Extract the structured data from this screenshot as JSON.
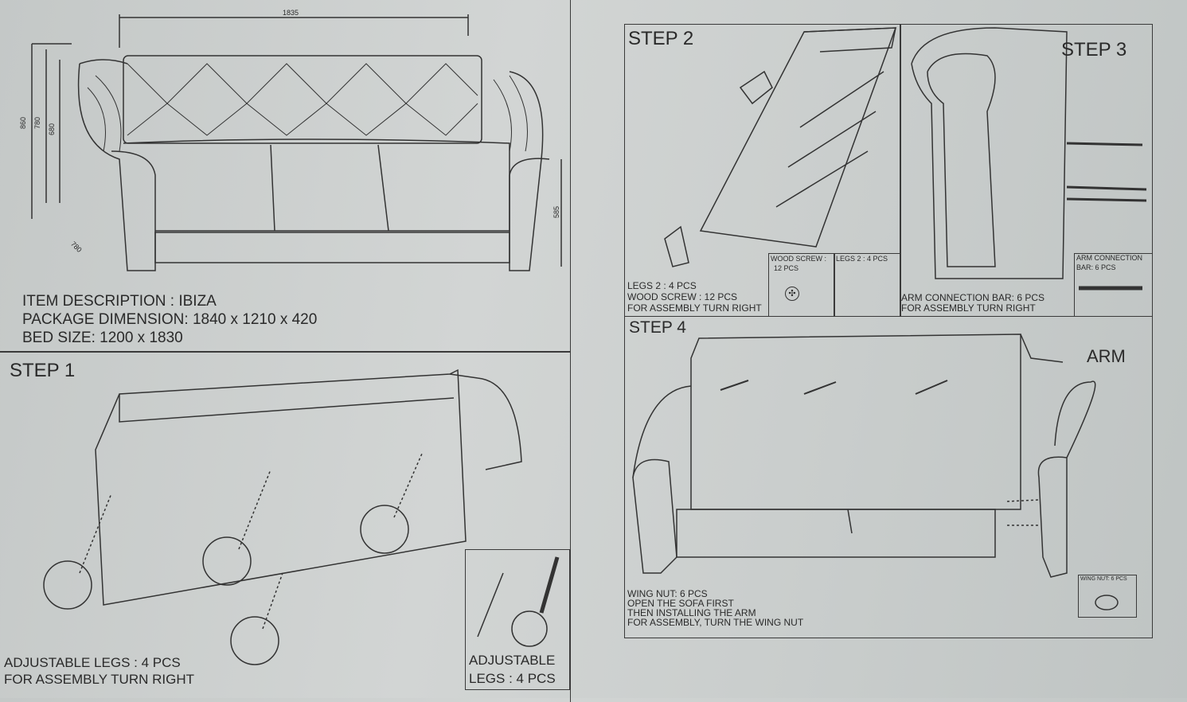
{
  "dimensions": {
    "width": "1835",
    "h1": "860",
    "h2": "780",
    "h3": "680",
    "depth": "780",
    "seat_height": "585"
  },
  "item": {
    "description": "ITEM DESCRIPTION : IBIZA",
    "package": "PACKAGE DIMENSION: 1840 x 1210 x 420",
    "bed": "BED SIZE: 1200 x 1830"
  },
  "step1": {
    "title": "STEP 1",
    "caption_line1": "ADJUSTABLE LEGS : 4 PCS",
    "caption_line2": "FOR ASSEMBLY TURN RIGHT",
    "inset_line1": "ADJUSTABLE",
    "inset_line2": "LEGS : 4 PCS"
  },
  "step2": {
    "title": "STEP 2",
    "caption_line1": "LEGS 2 : 4 PCS",
    "caption_line2": "WOOD SCREW : 12 PCS",
    "caption_line3": "FOR ASSEMBLY TURN RIGHT",
    "inset_screw_line1": "WOOD SCREW :",
    "inset_screw_line2": "12 PCS",
    "inset_legs": "LEGS 2 : 4 PCS"
  },
  "step3": {
    "title": "STEP 3",
    "caption_line1": "ARM CONNECTION BAR: 6 PCS",
    "caption_line2": "FOR ASSEMBLY TURN RIGHT",
    "inset_line1": "ARM CONNECTION",
    "inset_line2": "BAR: 6 PCS"
  },
  "step4": {
    "title": "STEP 4",
    "arm_label": "ARM",
    "caption_line1": "WING NUT: 6 PCS",
    "caption_line2": "OPEN THE SOFA FIRST",
    "caption_line3": "THEN INSTALLING THE ARM",
    "caption_line4": "FOR ASSEMBLY, TURN THE WING NUT",
    "inset": "WING NUT: 6 PCS"
  }
}
